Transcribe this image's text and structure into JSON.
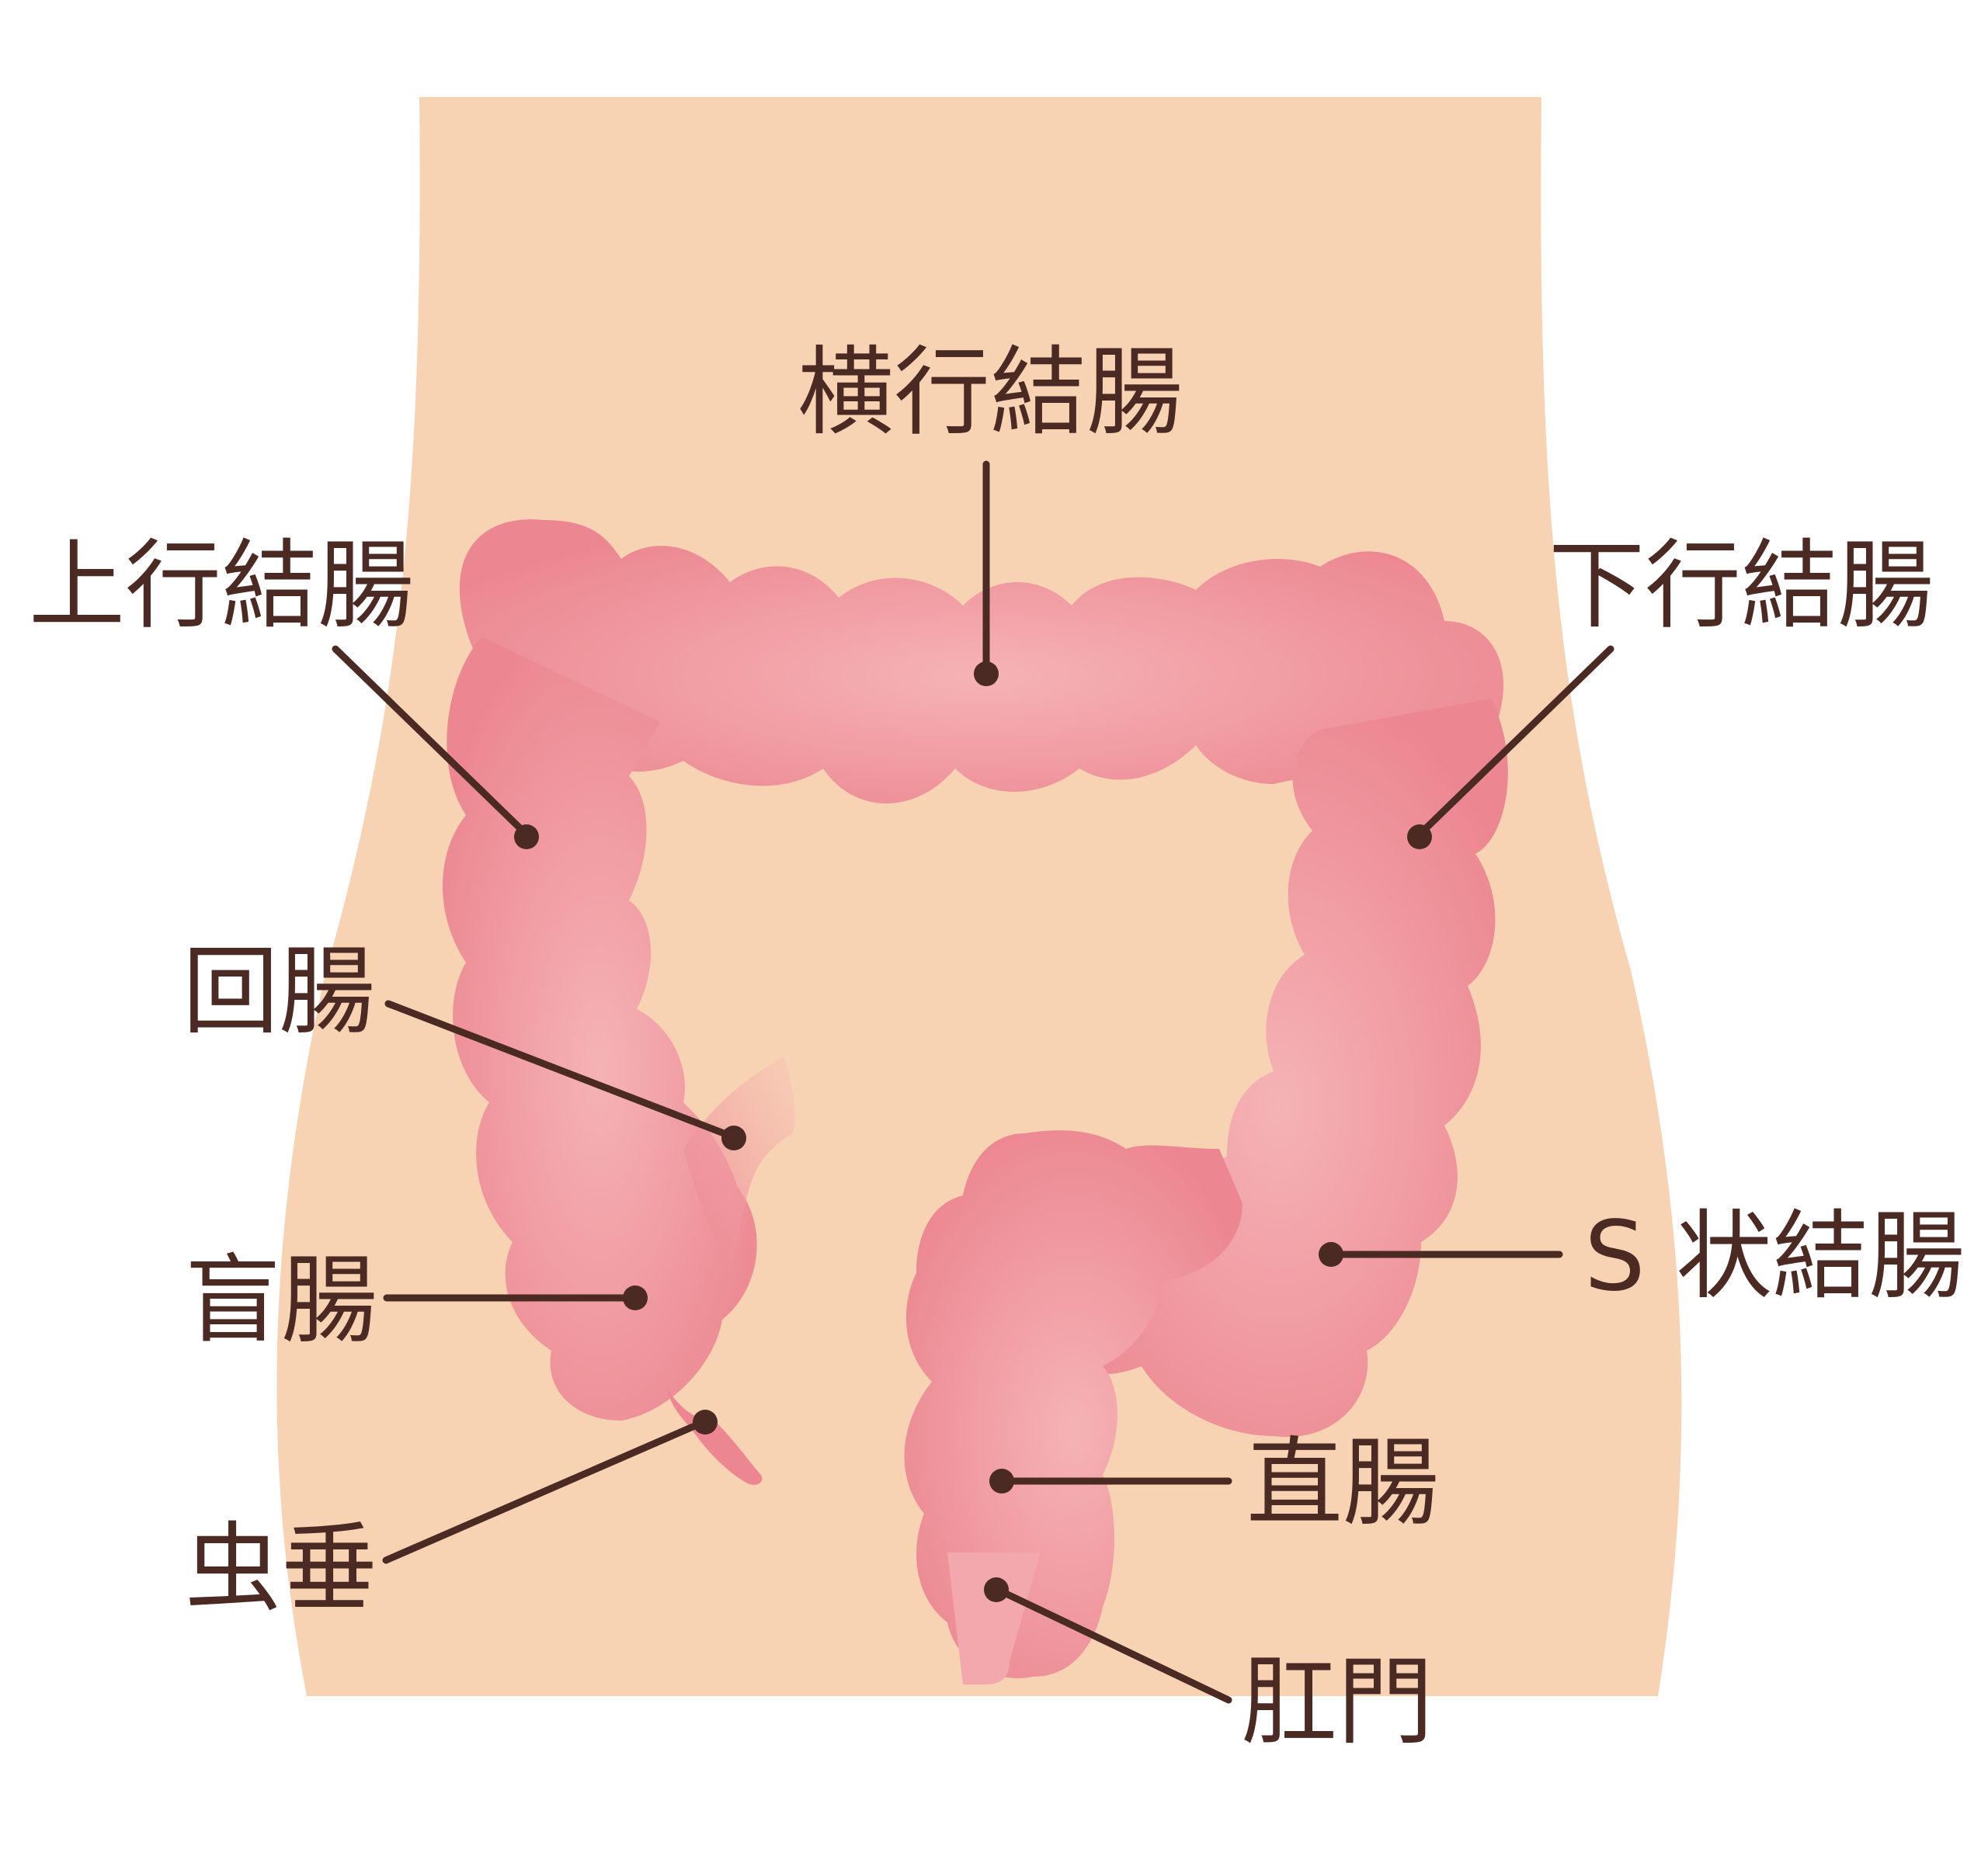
{
  "colors": {
    "skin": "#f8d3b3",
    "colon_light": "#f5b3b5",
    "colon_dark": "#ec8690",
    "label": "#4a2a23",
    "background": "#ffffff"
  },
  "labels": {
    "transverse_colon": "横行結腸",
    "ascending_colon": "上行結腸",
    "descending_colon": "下行結腸",
    "ileum": "回腸",
    "cecum": "盲腸",
    "appendix": "虫垂",
    "sigmoid_colon": "S 状結腸",
    "rectum": "直腸",
    "anus": "肛門"
  }
}
